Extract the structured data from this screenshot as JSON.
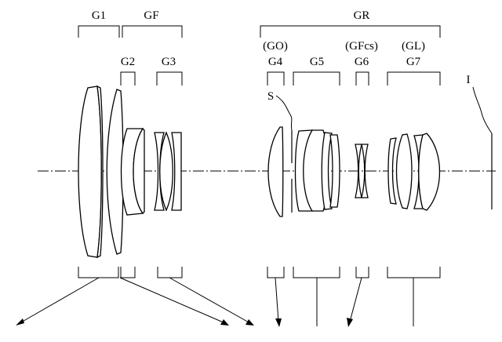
{
  "labels": {
    "g1": "G1",
    "gf": "GF",
    "gr": "GR",
    "g2": "G2",
    "g3": "G3",
    "go": "(GO)",
    "g4": "G4",
    "g5": "G5",
    "gfcs": "(GFcs)",
    "g6": "G6",
    "gl": "(GL)",
    "g7": "G7",
    "stop": "S",
    "image_plane": "I"
  },
  "colors": {
    "line": "#000000",
    "background": "#ffffff"
  }
}
